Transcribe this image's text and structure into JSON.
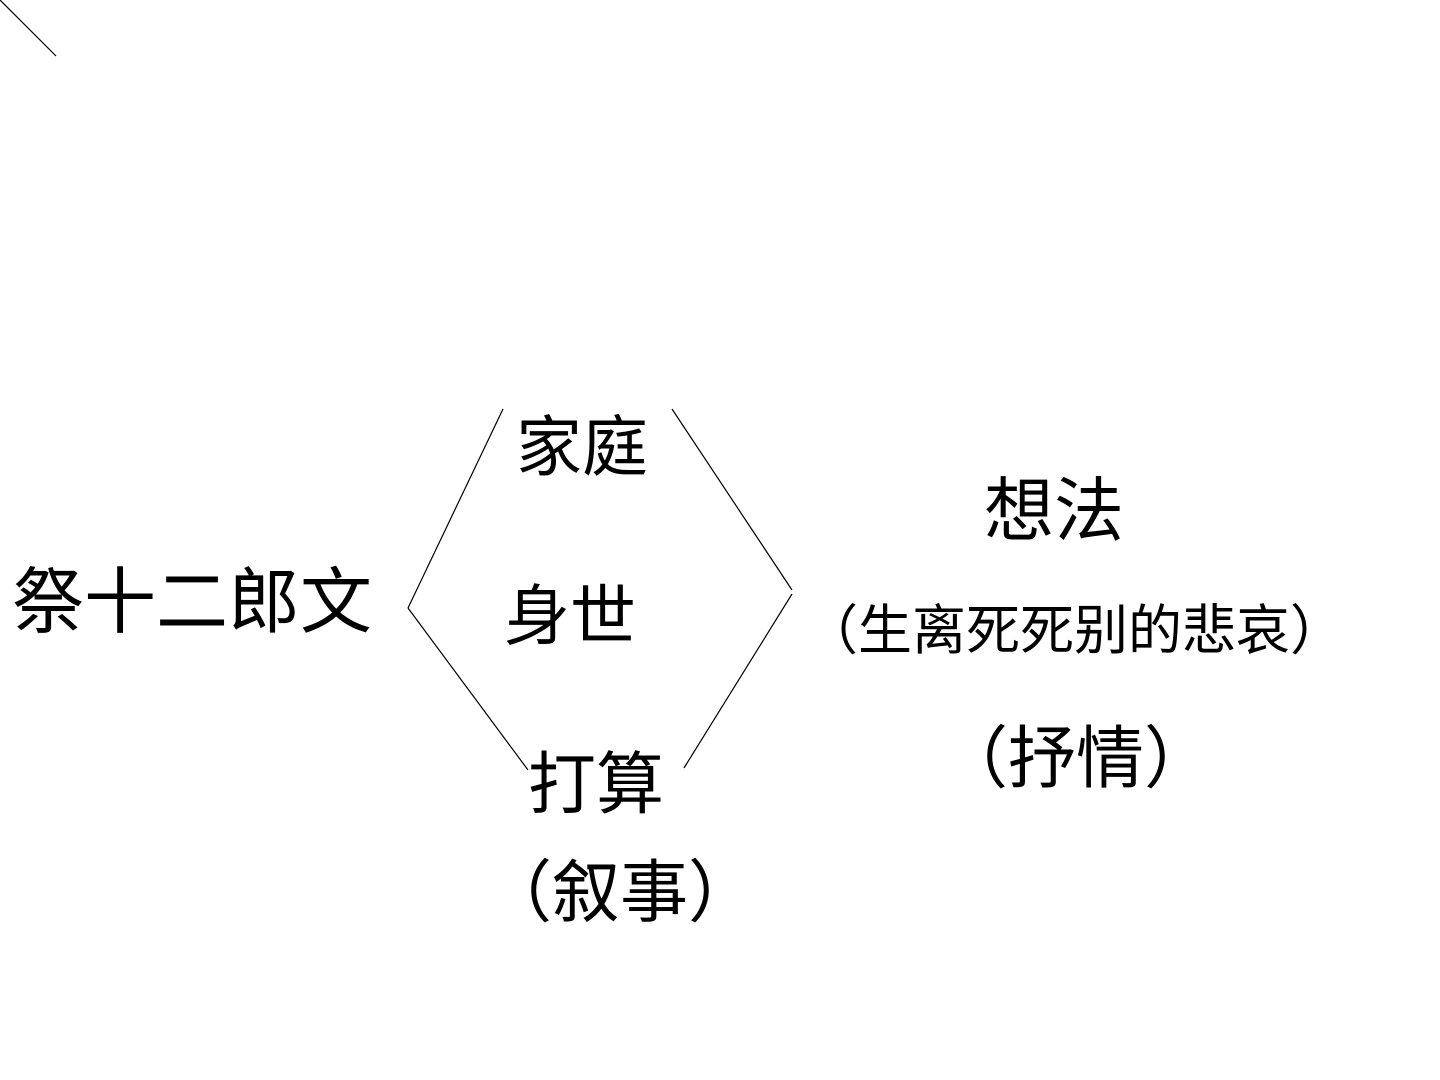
{
  "diagram": {
    "title": "祭十二郎文",
    "left_branch": {
      "items": [
        "家庭",
        "身世",
        "打算"
      ],
      "mode": "（叙事）"
    },
    "right_branch": {
      "heading": "想法",
      "detail": "（生离死死别的悲哀）",
      "mode": "（抒情）"
    },
    "line_color": "#000000"
  }
}
